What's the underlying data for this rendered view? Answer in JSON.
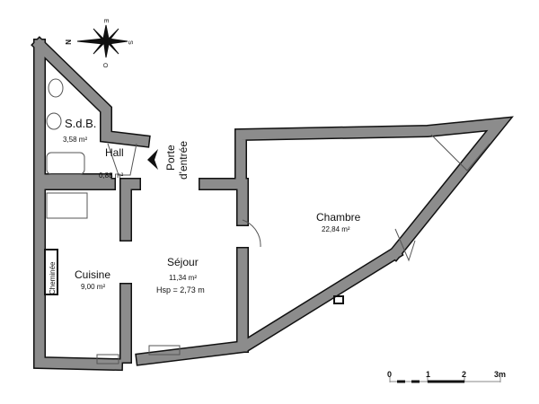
{
  "compass": {
    "north": "N",
    "east": "E",
    "south": "S",
    "west": "O"
  },
  "rooms": {
    "sdb": {
      "name": "S.d.B.",
      "area": "3,58 m²"
    },
    "hall": {
      "name": "Hall",
      "area": "0,88 m²"
    },
    "entrance": {
      "line1": "Porte",
      "line2": "d'entrée"
    },
    "chambre": {
      "name": "Chambre",
      "area": "22,84 m²"
    },
    "sejour": {
      "name": "Séjour",
      "area": "11,34 m²",
      "height": "Hsp = 2,73 m"
    },
    "cuisine": {
      "name": "Cuisine",
      "area": "9,00 m²",
      "fireplace": "Cheminée"
    }
  },
  "scale": {
    "ticks": [
      "0",
      "1",
      "2",
      "3m"
    ]
  },
  "colors": {
    "wall": "#8c8c8c",
    "outline": "#111111"
  }
}
